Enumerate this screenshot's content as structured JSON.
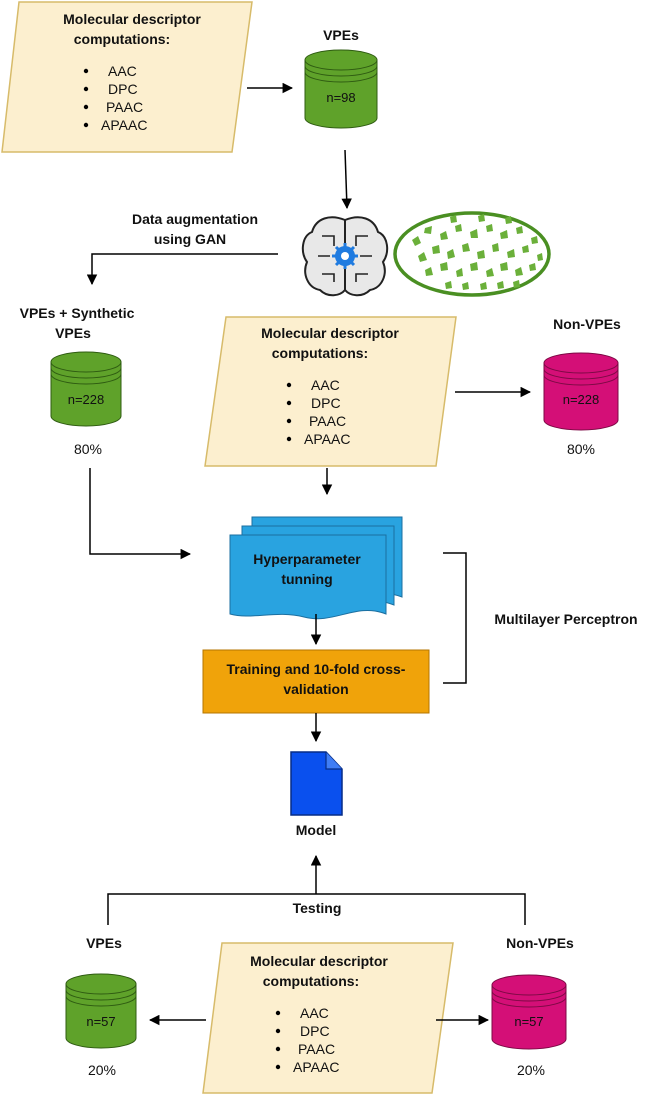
{
  "descriptor_block": {
    "title_line1": "Molecular descriptor",
    "title_line2": "computations:",
    "items": [
      "AAC",
      "DPC",
      "PAAC",
      "APAAC"
    ]
  },
  "top": {
    "vpes_label": "VPEs",
    "vpes_count": "n=98"
  },
  "augmentation": {
    "line1": "Data augmentation",
    "line2": "using GAN"
  },
  "training_sets": {
    "synthetic_line1": "VPEs + Synthetic",
    "synthetic_line2": "VPEs",
    "synthetic_count": "n=228",
    "synthetic_percent": "80%",
    "nonvpes_label": "Non-VPEs",
    "nonvpes_count": "n=228",
    "nonvpes_percent": "80%"
  },
  "model_pipeline": {
    "hyper_line1": "Hyperparameter",
    "hyper_line2": "tunning",
    "train_line1": "Training and 10-fold cross-",
    "train_line2": "validation",
    "mlp_label": "Multilayer Perceptron",
    "model_label": "Model"
  },
  "testing": {
    "label": "Testing",
    "vpes_label": "VPEs",
    "vpes_count": "n=57",
    "vpes_percent": "20%",
    "nonvpes_label": "Non-VPEs",
    "nonvpes_count": "n=57",
    "nonvpes_percent": "20%"
  },
  "colors": {
    "parallelogram_fill": "#fcefcf",
    "parallelogram_stroke": "#d7bb6a",
    "green_db": "#5fa22a",
    "pink_db": "#d40f77",
    "doc_blue": "#29a3e0",
    "train_orange": "#f0a30a",
    "model_blue": "#0a50ee"
  }
}
